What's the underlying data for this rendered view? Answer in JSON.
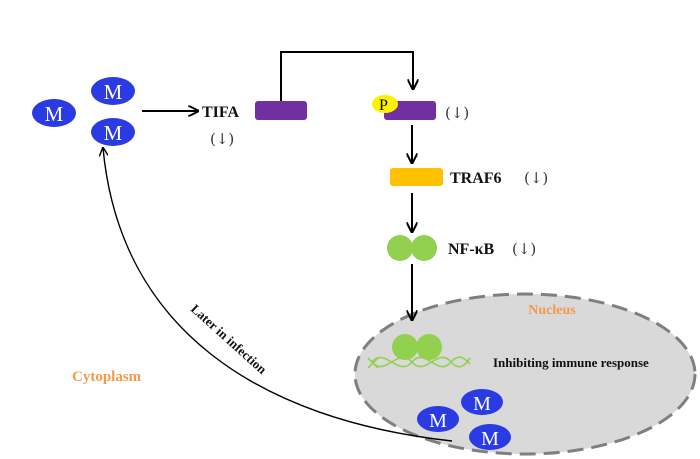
{
  "colors": {
    "m_protein": "#2B3BE3",
    "tifa_bar": "#7030A0",
    "phospho": "#FFF200",
    "traf6_bar": "#FFC000",
    "nfkb": "#92D050",
    "nucleus_fill": "#D9D9D9",
    "nucleus_border": "#7F7F7F",
    "region_label": "#F29A4A"
  },
  "m_label": "M",
  "tifa": {
    "label": "TIFA",
    "change": "(↓)"
  },
  "p_tifa": {
    "phospho_label": "P",
    "change": "(↓)"
  },
  "traf6": {
    "label": "TRAF6",
    "change": "(↓)"
  },
  "nfkb": {
    "label": "NF-κB",
    "change": "(↓)"
  },
  "nucleus": {
    "label": "Nucleus",
    "effect": "Inhibiting immune response"
  },
  "cytoplasm": {
    "label": "Cytoplasm"
  },
  "feedback": {
    "label": "Later in infection"
  }
}
